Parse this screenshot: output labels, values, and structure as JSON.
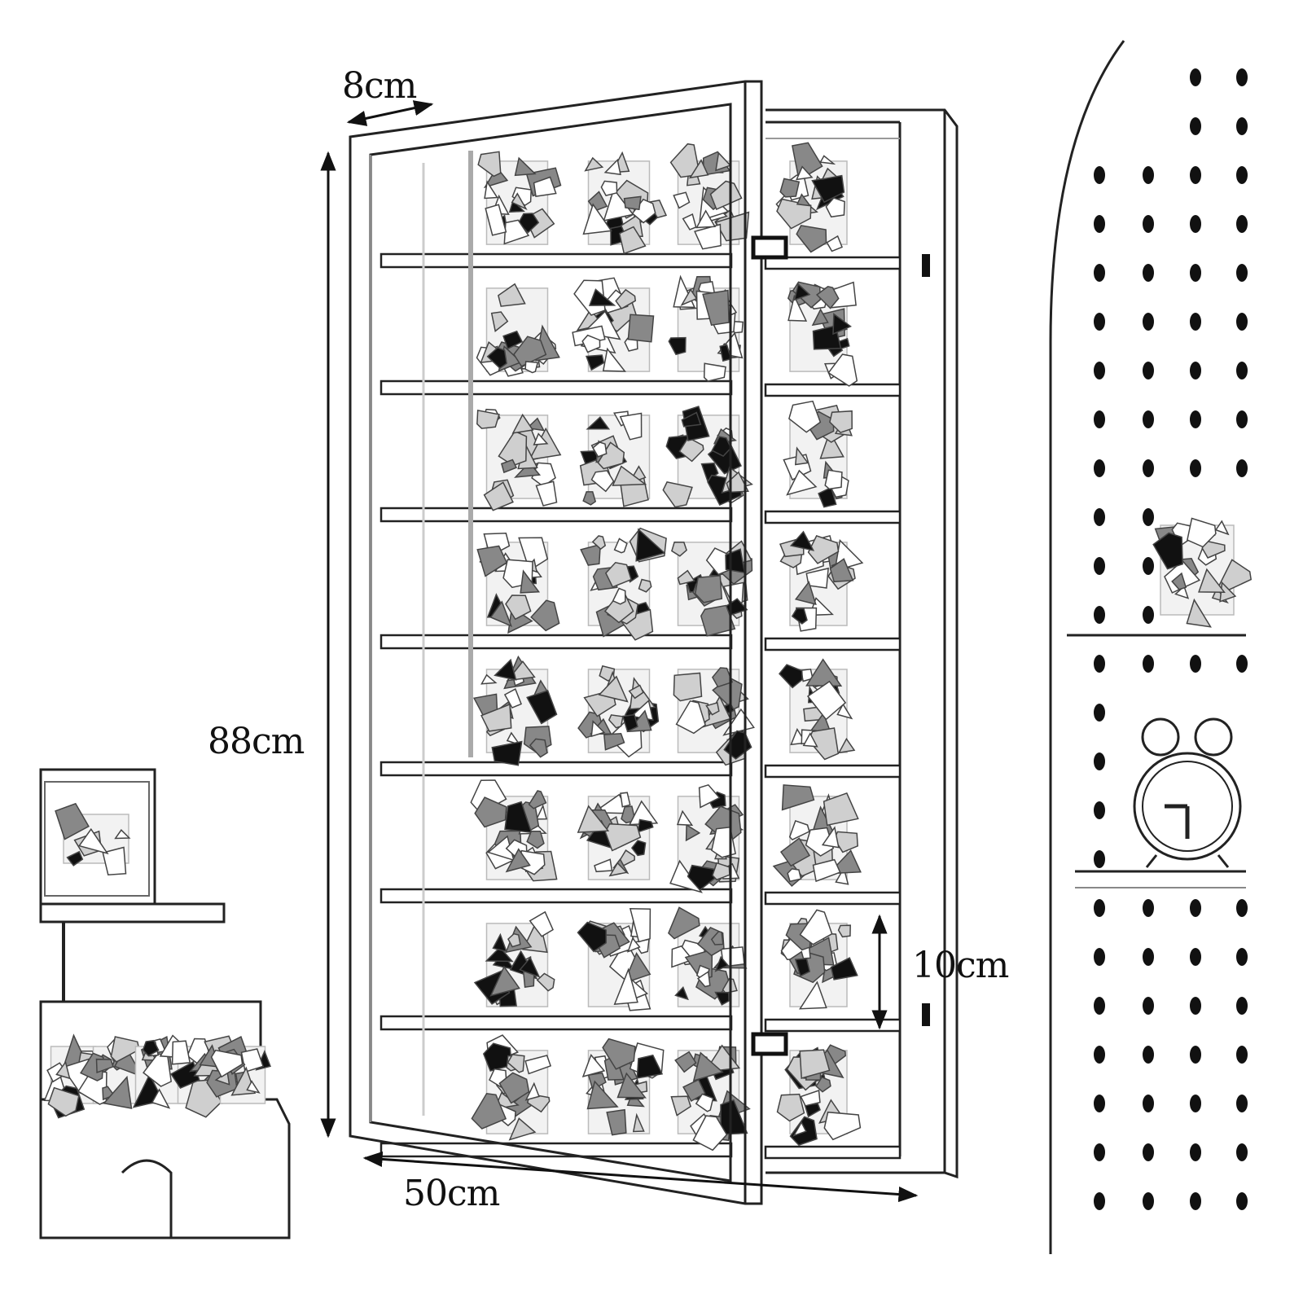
{
  "dimensions": {
    "depth": "8cm",
    "height": "88cm",
    "shelf_height": "10cm",
    "width": "50cm"
  },
  "illustration": {
    "shelf_rows": 8,
    "left_columns": 3,
    "right_columns": 1,
    "figures_per_row": 4
  },
  "colors": {
    "line": "#222222",
    "light_line": "#9a9a9a",
    "background": "#ffffff",
    "pegboard_hole": "#111111"
  }
}
